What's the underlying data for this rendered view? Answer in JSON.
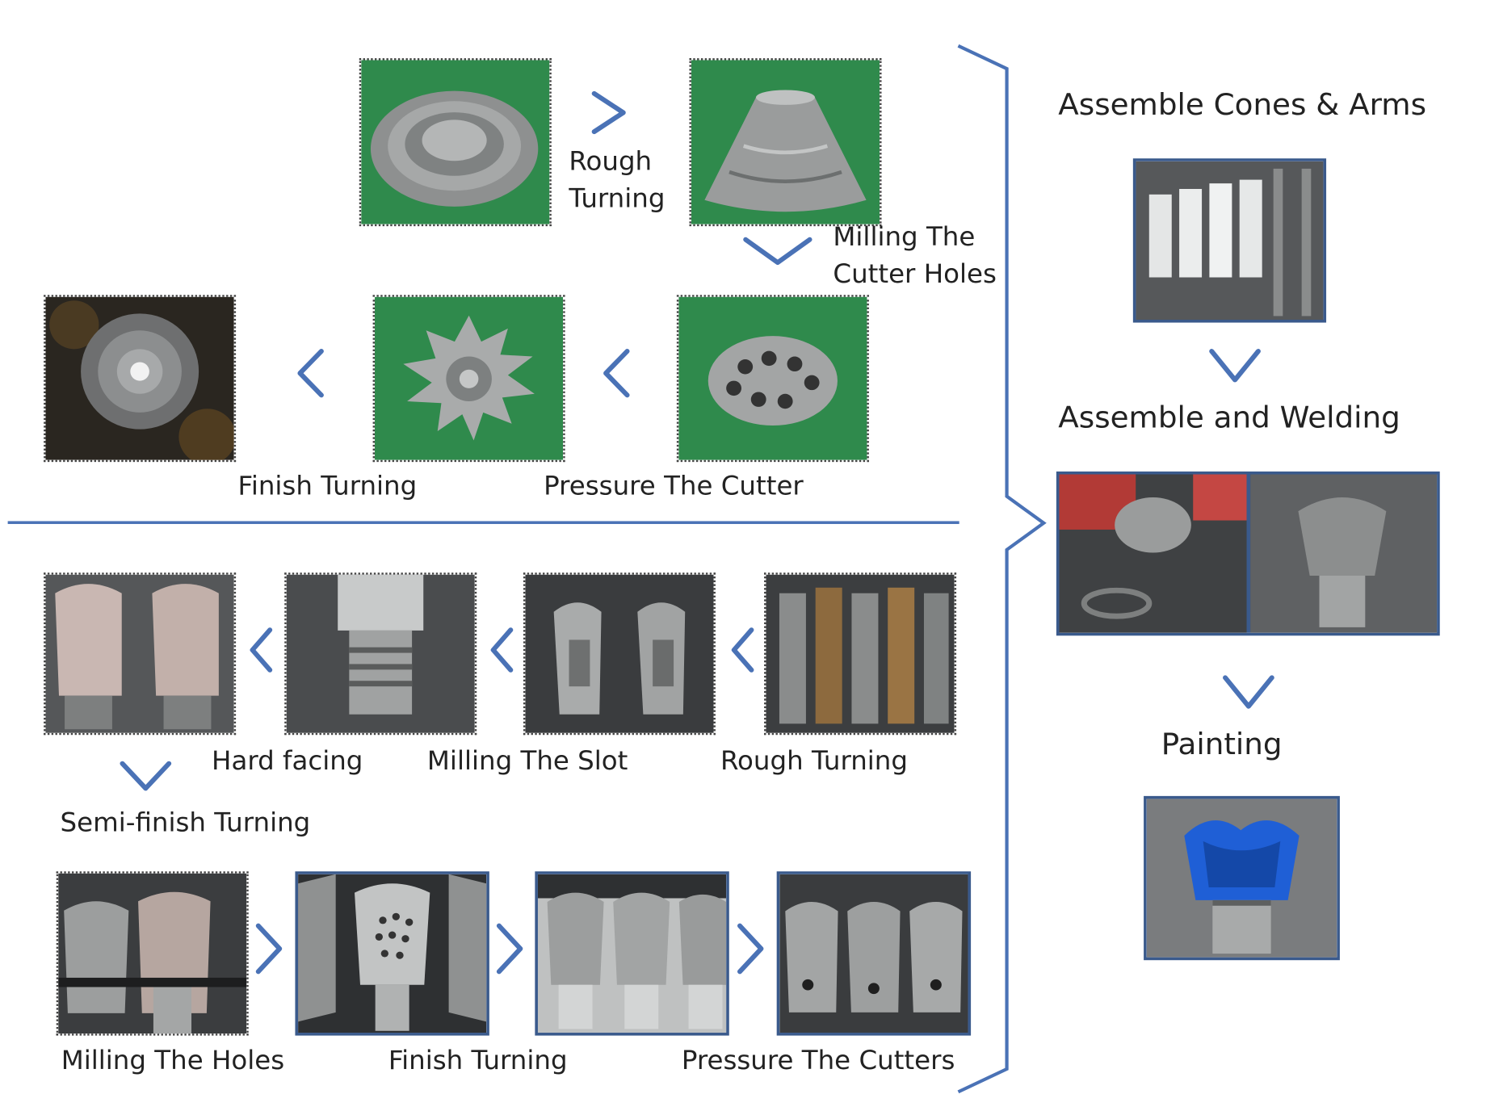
{
  "cone_process": {
    "rough_turning_label": "Rough\nTurning",
    "milling_cutter_holes_label": "Milling The\nCutter Holes",
    "pressure_cutter_label": "Pressure The Cutter",
    "finish_turning_label": "Finish Turning"
  },
  "arm_process": {
    "rough_turning_label": "Rough Turning",
    "milling_slot_label": "Milling The Slot",
    "hard_facing_label": "Hard facing",
    "semi_finish_label": "Semi-finish Turning",
    "milling_holes_label": "Milling The Holes",
    "finish_turning_label": "Finish Turning",
    "pressure_cutters_label": "Pressure The Cutters"
  },
  "assembly": {
    "assemble_cones_arms_label": "Assemble Cones & Arms",
    "assemble_welding_label": "Assemble and Welding",
    "painting_label": "Painting"
  },
  "colors": {
    "arrow": "#4a72b6",
    "green_backdrop": "#2e8b4f",
    "frame_blue": "#3a5a8c",
    "paint_blue": "#1f5fd6"
  }
}
